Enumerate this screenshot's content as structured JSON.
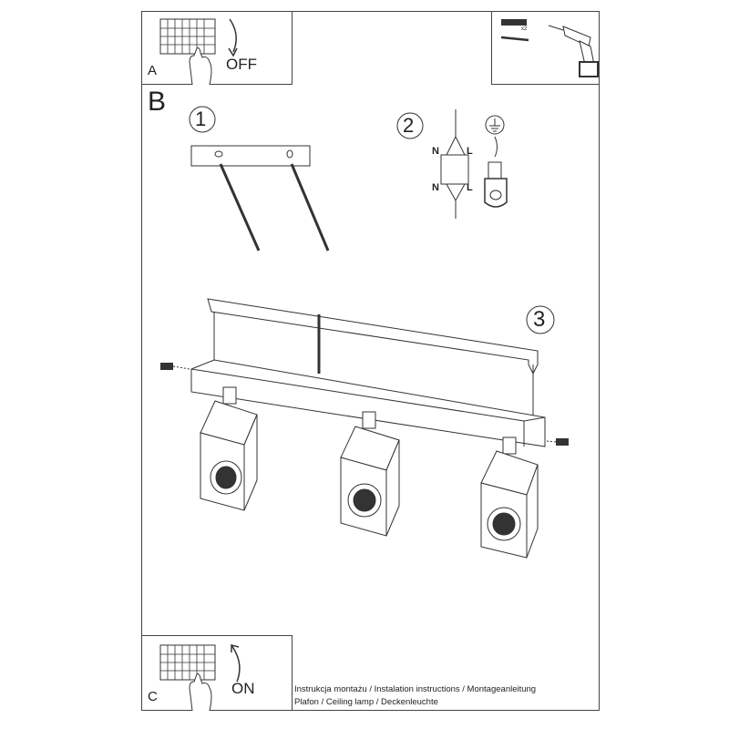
{
  "sections": {
    "a": {
      "label": "A",
      "action": "OFF"
    },
    "b": {
      "label": "B",
      "steps": [
        "1",
        "2",
        "3"
      ]
    },
    "c": {
      "label": "C",
      "action": "ON"
    }
  },
  "tools": {
    "quantity": "x2"
  },
  "wiring": {
    "neutral": "N",
    "live": "L"
  },
  "caption": {
    "line1": "Instrukcja montażu / Instalation instructions / Montageanleitung",
    "line2": "Plafon / Ceiling lamp / Deckenleuchte"
  }
}
